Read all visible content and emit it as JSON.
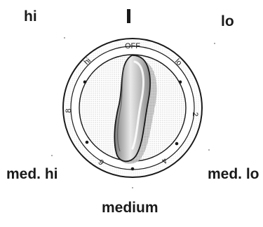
{
  "outer_labels": {
    "hi": "hi",
    "lo": "lo",
    "med_hi": "med. hi",
    "med_lo": "med. lo",
    "medium": "medium"
  },
  "dial_marks": {
    "off": "OFF",
    "hi": "hi",
    "lo": "lo",
    "n2": "2",
    "n4": "4",
    "n6": "6",
    "n8": "8"
  },
  "colors": {
    "ink": "#1a1a1a",
    "stipple": "#9a9a9a",
    "face": "#ffffff",
    "handle_shade": "#bdbdbd"
  }
}
